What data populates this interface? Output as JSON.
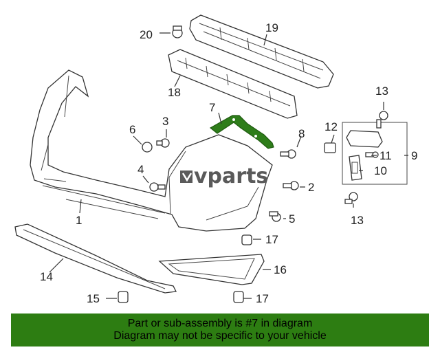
{
  "watermark": {
    "text": "vparts"
  },
  "callouts": {
    "c1": "1",
    "c2": "2",
    "c3": "3",
    "c4": "4",
    "c5": "5",
    "c6": "6",
    "c7": "7",
    "c8": "8",
    "c9": "9",
    "c10": "10",
    "c11": "11",
    "c12": "12",
    "c13a": "13",
    "c13b": "13",
    "c14": "14",
    "c15": "15",
    "c16": "16",
    "c17a": "17",
    "c17b": "17",
    "c18": "18",
    "c19": "19",
    "c20": "20"
  },
  "highlight": {
    "color": "#2e7d1a"
  },
  "banner": {
    "line1": "Part or sub-assembly is #7 in diagram",
    "line2": "Diagram may not be specific to your vehicle",
    "background": "#2d7d12"
  }
}
